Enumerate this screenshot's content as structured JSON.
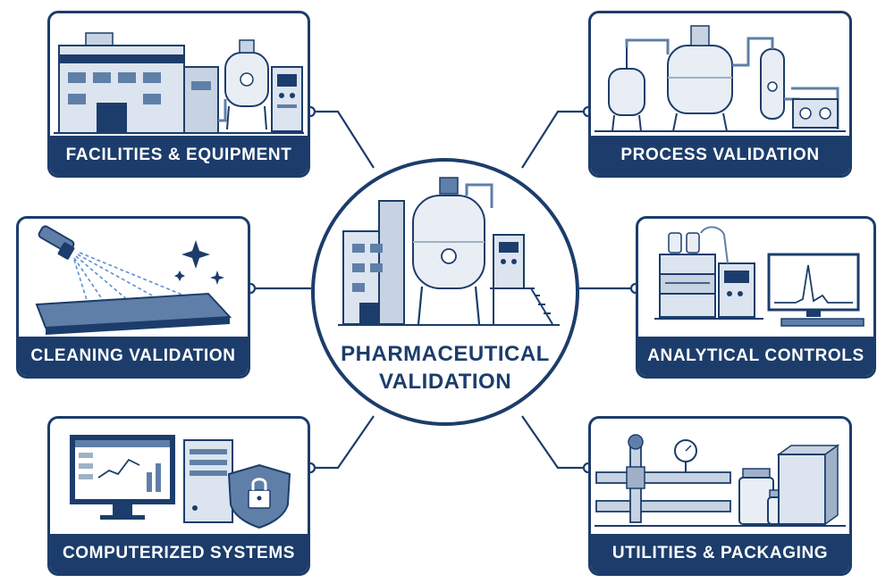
{
  "hub": {
    "title_line1": "PHARMACEUTICAL",
    "title_line2": "VALIDATION"
  },
  "cards": {
    "facilities": {
      "label": "FACILITIES & EQUIPMENT"
    },
    "process": {
      "label": "PROCESS VALIDATION"
    },
    "cleaning": {
      "label": "CLEANING VALIDATION"
    },
    "analytical": {
      "label": "ANALYTICAL CONTROLS"
    },
    "computer": {
      "label": "COMPUTERIZED SYSTEMS"
    },
    "utilities": {
      "label": "UTILITIES & PACKAGING"
    }
  },
  "colors": {
    "navy": "#1c3d6b",
    "steel": "#9fb1c8",
    "light": "#dbe4ef",
    "white": "#ffffff"
  },
  "icons": [
    "factory-icon",
    "reactor-vessel-icon",
    "spray-nozzle-icon",
    "sparkle-icon",
    "hplc-instrument-icon",
    "monitor-icon",
    "server-tower-icon",
    "padlock-shield-icon",
    "pipes-valve-icon",
    "pressure-gauge-icon",
    "bottle-icon",
    "box-icon"
  ]
}
